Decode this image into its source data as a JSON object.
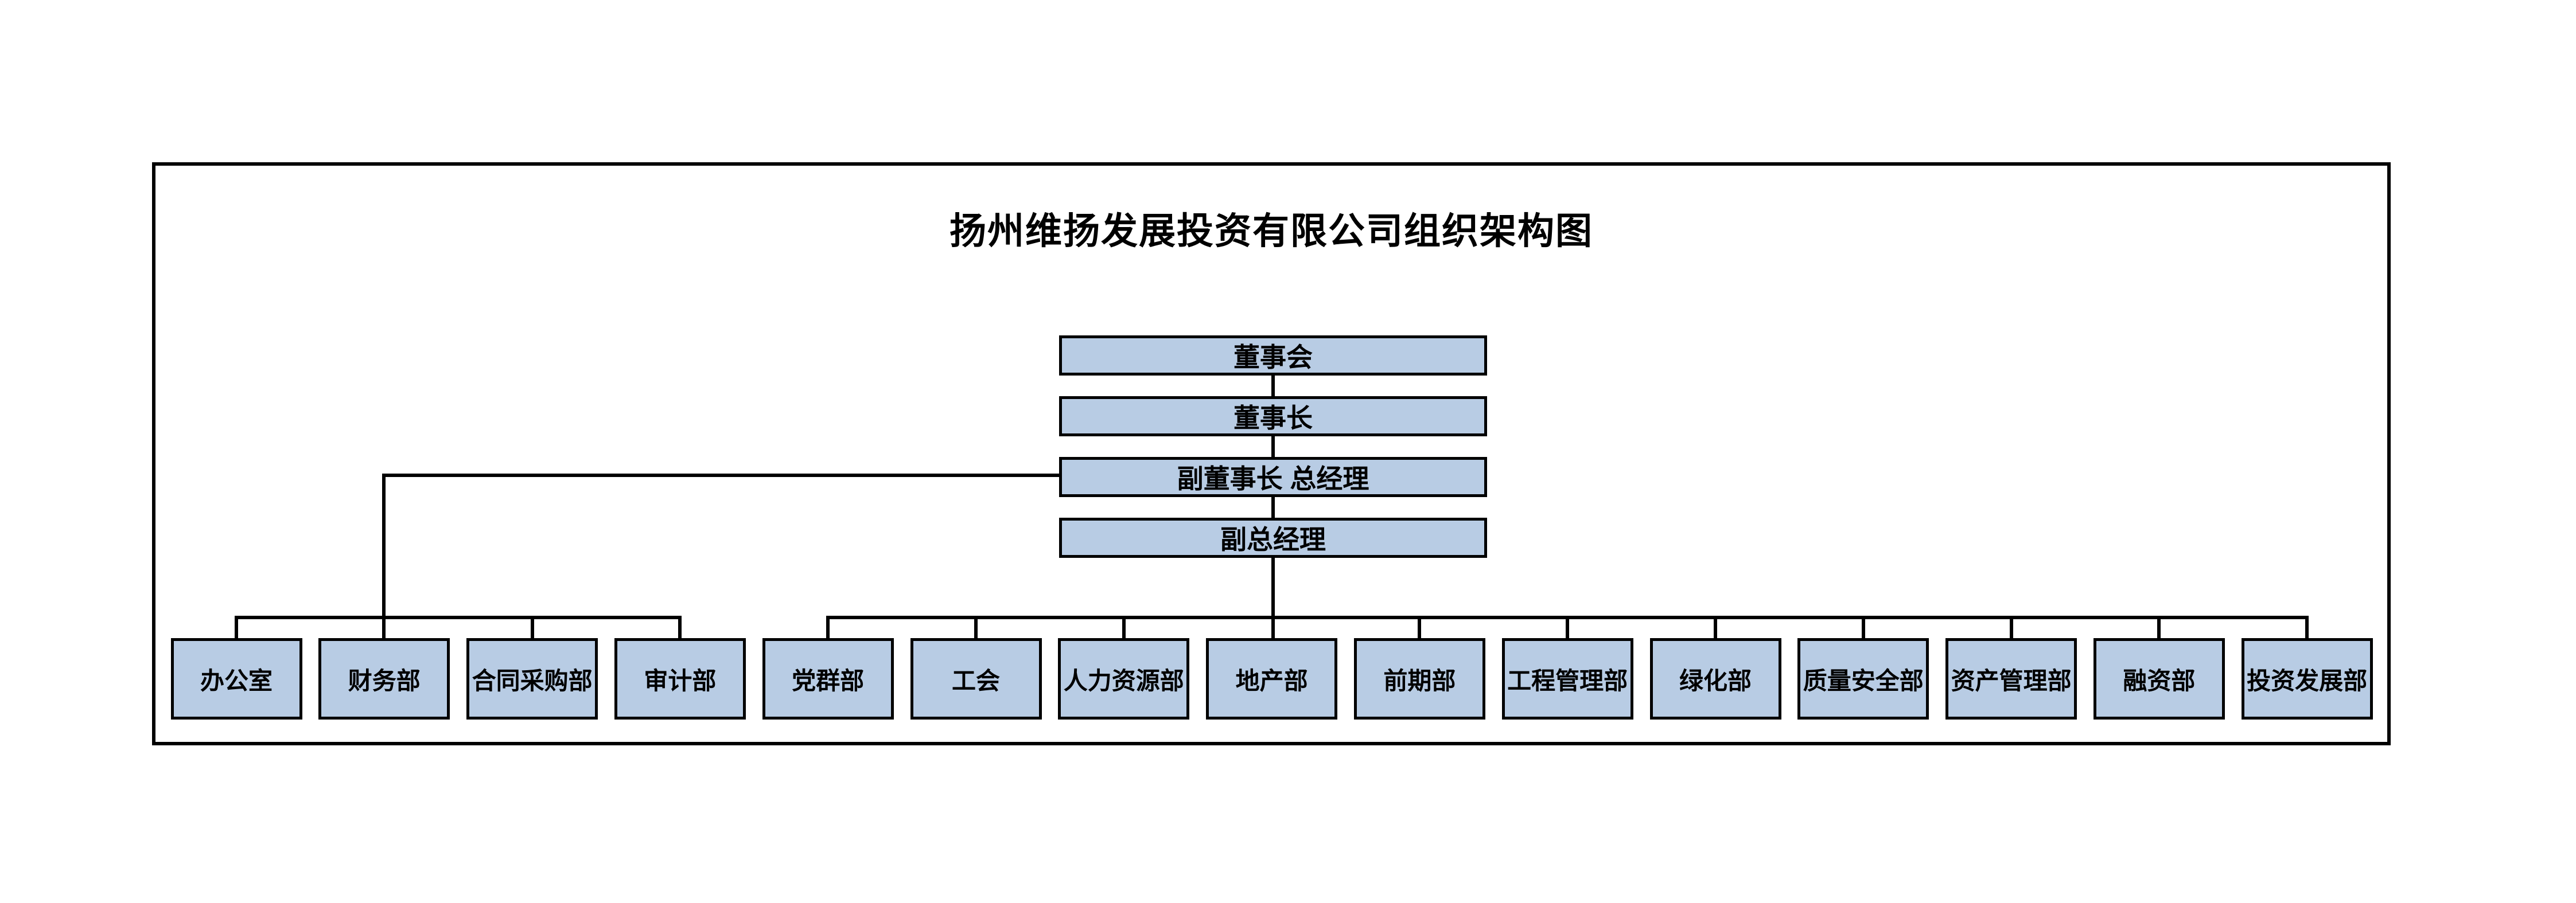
{
  "page": {
    "background_color": "#ffffff"
  },
  "chart": {
    "title": "扬州维扬发展投资有限公司组织架构图",
    "colors": {
      "node_fill": "#b8cce4",
      "node_border": "#000000",
      "line": "#000000",
      "frame_border": "#000000",
      "text": "#000000"
    },
    "executive_chain": [
      {
        "label": "董事会"
      },
      {
        "label": "董事长"
      },
      {
        "label": "副董事长 总经理"
      },
      {
        "label": "副总经理"
      }
    ],
    "department_groups": [
      {
        "reports_to": "副董事长 总经理",
        "departments": [
          {
            "label": "办公室"
          },
          {
            "label": "财务部"
          },
          {
            "label": "合同采购部"
          },
          {
            "label": "审计部"
          }
        ]
      },
      {
        "reports_to": "副总经理",
        "departments": [
          {
            "label": "党群部"
          },
          {
            "label": "工会"
          },
          {
            "label": "人力资源部"
          },
          {
            "label": "地产部"
          },
          {
            "label": "前期部"
          },
          {
            "label": "工程管理部"
          },
          {
            "label": "绿化部"
          },
          {
            "label": "质量安全部"
          },
          {
            "label": "资产管理部"
          },
          {
            "label": "融资部"
          },
          {
            "label": "投资发展部"
          }
        ]
      }
    ]
  }
}
